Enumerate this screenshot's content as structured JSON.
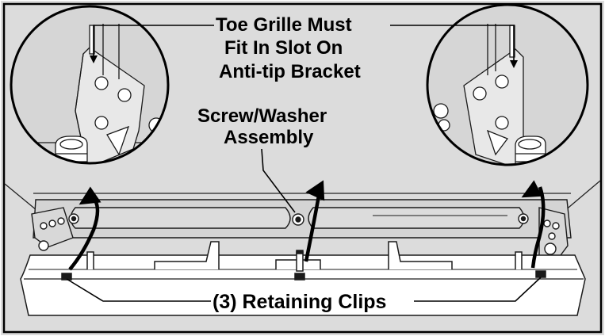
{
  "callouts": {
    "toe_grille_line1": "Toe Grille Must",
    "toe_grille_line2": "Fit In Slot On",
    "toe_grille_line3": "Anti-tip Bracket",
    "screw_washer_line1": "Screw/Washer",
    "screw_washer_line2": "Assembly",
    "retaining_clips": "(3) Retaining Clips"
  },
  "colors": {
    "background": "#dcdcdc",
    "frame": "#000000",
    "line_art": "#1a1a1a",
    "part_fill": "#ffffff"
  }
}
